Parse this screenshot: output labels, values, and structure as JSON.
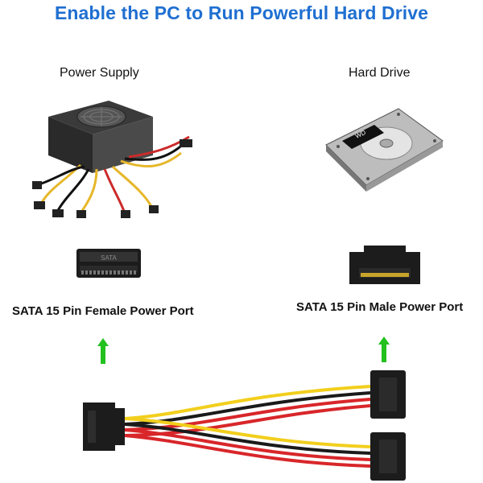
{
  "headline": "Enable the PC to Run Powerful Hard Drive",
  "left_column": {
    "title": "Power Supply",
    "port_label": "SATA 15 Pin Female Power Port"
  },
  "right_column": {
    "title": "Hard Drive",
    "port_label": "SATA 15 Pin Male Power Port"
  },
  "drive_label_text": "WD",
  "connector_embossed_text": "SATA",
  "colors": {
    "headline": "#1f6fd1",
    "arrow": "#22c11e",
    "wire_yellow": "#f2cf1d",
    "wire_red": "#d8262a",
    "wire_black": "#1a1a1a"
  }
}
